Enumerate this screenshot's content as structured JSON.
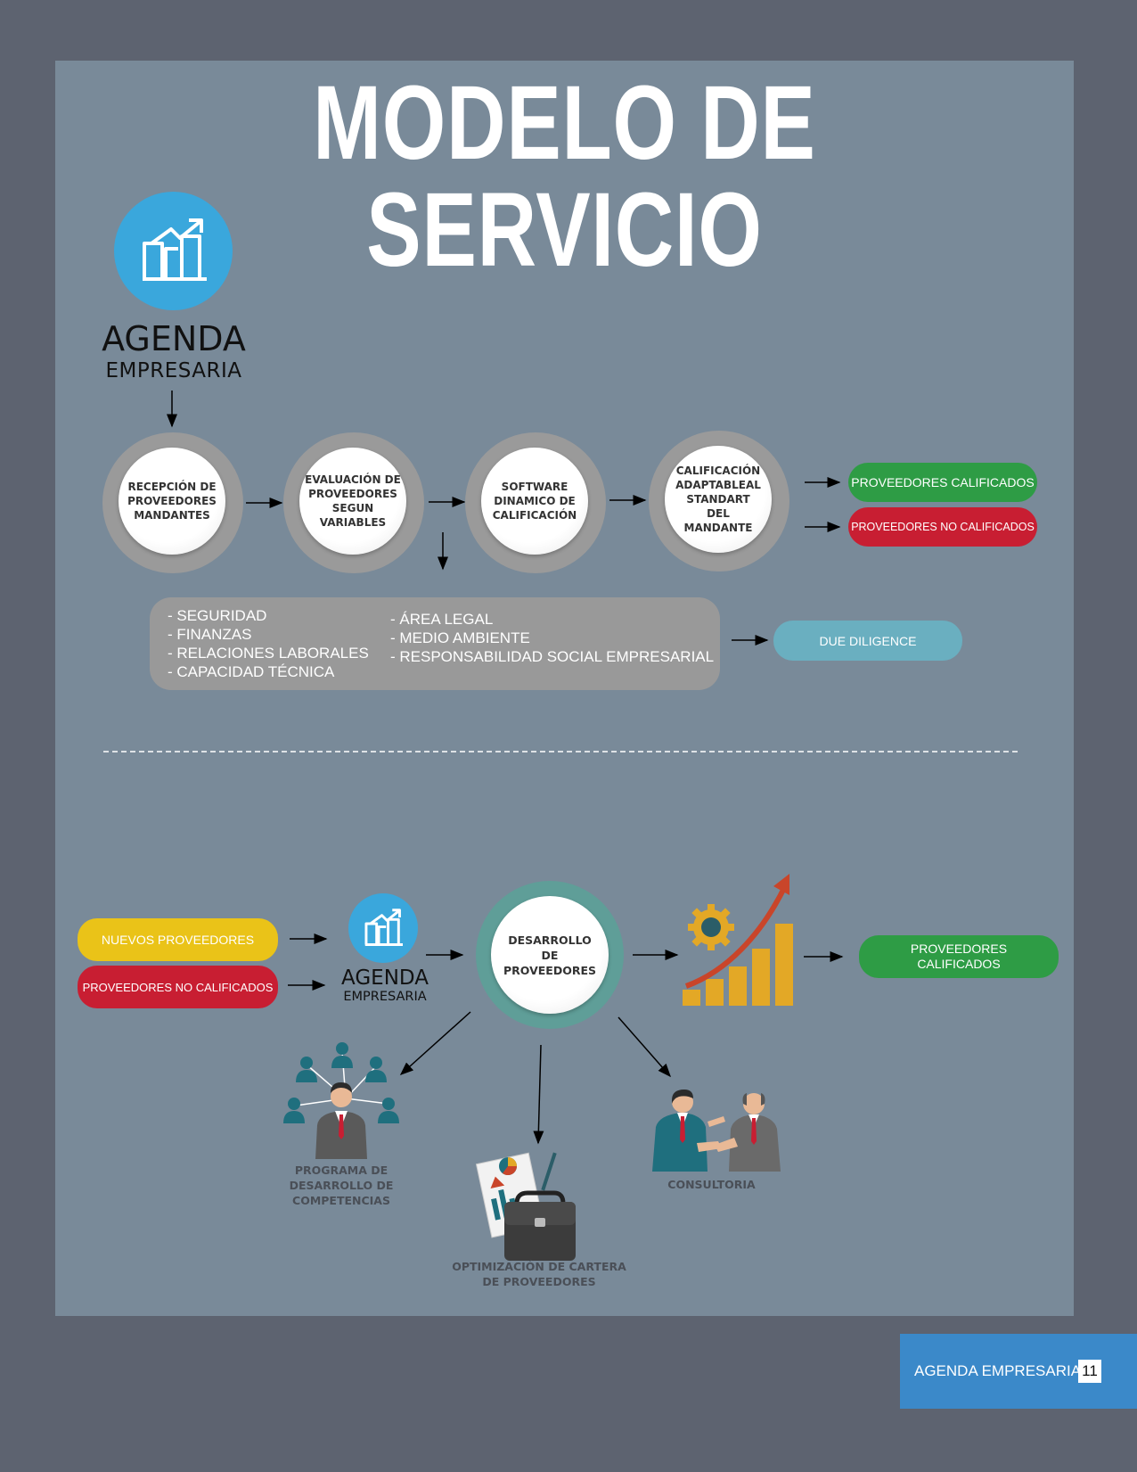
{
  "title": "MODELO DE SERVICIO",
  "logo": {
    "line1": "AGENDA",
    "line2": "EMPRESARIA",
    "icon": "growth-chart-icon",
    "color": "#3aa7dc"
  },
  "process": [
    {
      "label": "RECEPCIÓN DE PROVEEDORES MANDANTES"
    },
    {
      "label": "EVALUACIÓN DE PROVEEDORES SEGUN VARIABLES"
    },
    {
      "label": "SOFTWARE DINAMICO DE CALIFICACIÓN"
    },
    {
      "label": "CALIFICACIÓN ADAPTABLEAL STANDART DEL MANDANTE"
    }
  ],
  "results": {
    "qualified": {
      "label": "PROVEEDORES CALIFICADOS",
      "color": "#2e9c45"
    },
    "not_qualified": {
      "label": "PROVEEDORES NO CALIFICADOS",
      "color": "#c81e32"
    }
  },
  "variables": {
    "col1": [
      "- SEGURIDAD",
      "- FINANZAS",
      "- RELACIONES LABORALES",
      "- CAPACIDAD TÉCNICA"
    ],
    "col2": [
      "- ÁREA LEGAL",
      "- MEDIO AMBIENTE",
      "- RESPONSABILIDAD SOCIAL EMPRESARIAL"
    ]
  },
  "due_diligence": {
    "label": "DUE DILIGENCE",
    "color": "#6aafc0"
  },
  "development": {
    "inputs": [
      {
        "label": "NUEVOS PROVEEDORES",
        "color": "#eac318"
      },
      {
        "label": "PROVEEDORES NO CALIFICADOS",
        "color": "#c81e32"
      }
    ],
    "center": "DESARROLLO DE PROVEEDORES",
    "output": {
      "label": "PROVEEDORES CALIFICADOS",
      "color": "#2e9c45"
    },
    "branches": [
      {
        "label": "PROGRAMA DE DESARROLLO DE COMPETENCIAS",
        "icon": "team-network-icon"
      },
      {
        "label": "OPTIMIZACIÓN DE CARTERA DE PROVEEDORES",
        "icon": "briefcase-report-icon"
      },
      {
        "label": "CONSULTORIA",
        "icon": "handshake-icon"
      }
    ]
  },
  "footer": {
    "label": "AGENDA EMPRESARIA",
    "page": "11"
  }
}
